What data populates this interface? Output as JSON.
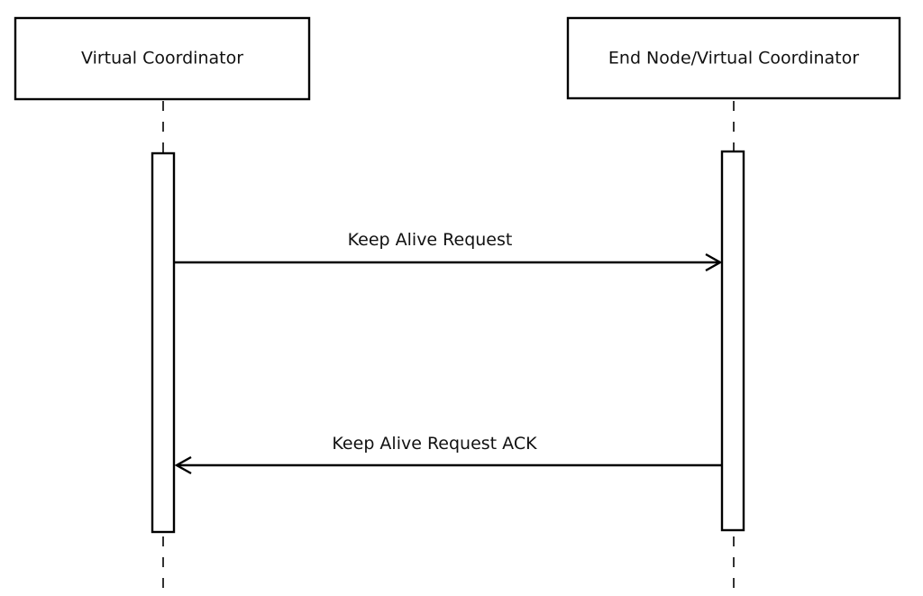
{
  "diagram": {
    "type": "sequence-diagram",
    "participants": [
      {
        "id": "p1",
        "label": "Virtual Coordinator"
      },
      {
        "id": "p2",
        "label": "End Node/Virtual Coordinator"
      }
    ],
    "messages": [
      {
        "id": "m1",
        "label": "Keep Alive Request",
        "from": "p1",
        "to": "p2",
        "arrow": "open"
      },
      {
        "id": "m2",
        "label": "Keep Alive Request ACK",
        "from": "p2",
        "to": "p1",
        "arrow": "open"
      }
    ]
  }
}
